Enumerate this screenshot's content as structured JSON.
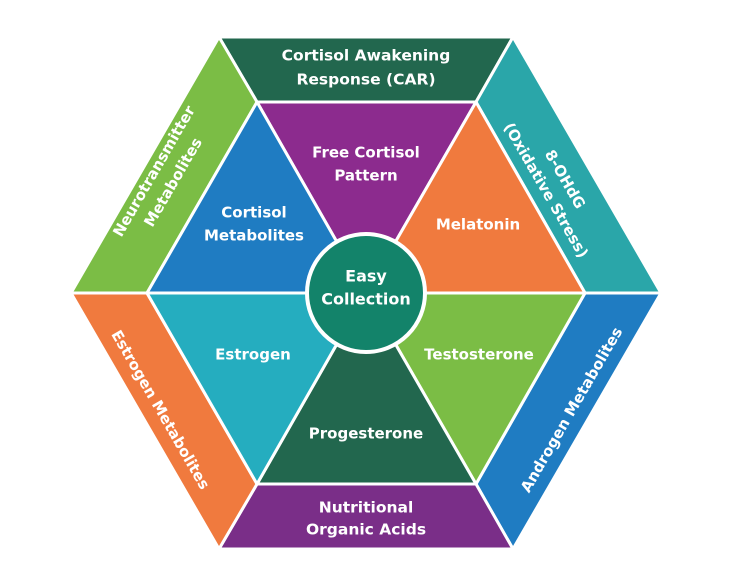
{
  "center": {
    "line1": "Easy",
    "line2": "Collection",
    "color": "#13836a"
  },
  "outer_bands": {
    "top": {
      "line1": "Cortisol Awakening",
      "line2": "Response (CAR)",
      "color": "#22674e"
    },
    "top_right": {
      "line1": "8-OHdG",
      "line2": "(Oxidative Stress)",
      "color": "#2aa6a9"
    },
    "bottom_right": {
      "line1": "Androgen Metabolites",
      "color": "#1f7cc2"
    },
    "bottom": {
      "line1": "Nutritional",
      "line2": "Organic Acids",
      "color": "#7a2e88"
    },
    "bottom_left": {
      "line1": "Estrogen Metabolites",
      "color": "#f07a3e"
    },
    "top_left": {
      "line1": "Neurotransmitter",
      "line2": "Metabolites",
      "color": "#7bbd45"
    }
  },
  "inner_triangles": {
    "top": {
      "line1": "Free Cortisol",
      "line2": "Pattern",
      "color": "#8c2b8e"
    },
    "top_right": {
      "line1": "Melatonin",
      "color": "#f07a3e"
    },
    "bottom_right": {
      "line1": "Testosterone",
      "color": "#7bbd45"
    },
    "bottom": {
      "line1": "Progesterone",
      "color": "#22674e"
    },
    "bottom_left": {
      "line1": "Estrogen",
      "color": "#25adbf"
    },
    "top_left": {
      "line1": "Cortisol",
      "line2": "Metabolites",
      "color": "#1f7cc2"
    }
  }
}
